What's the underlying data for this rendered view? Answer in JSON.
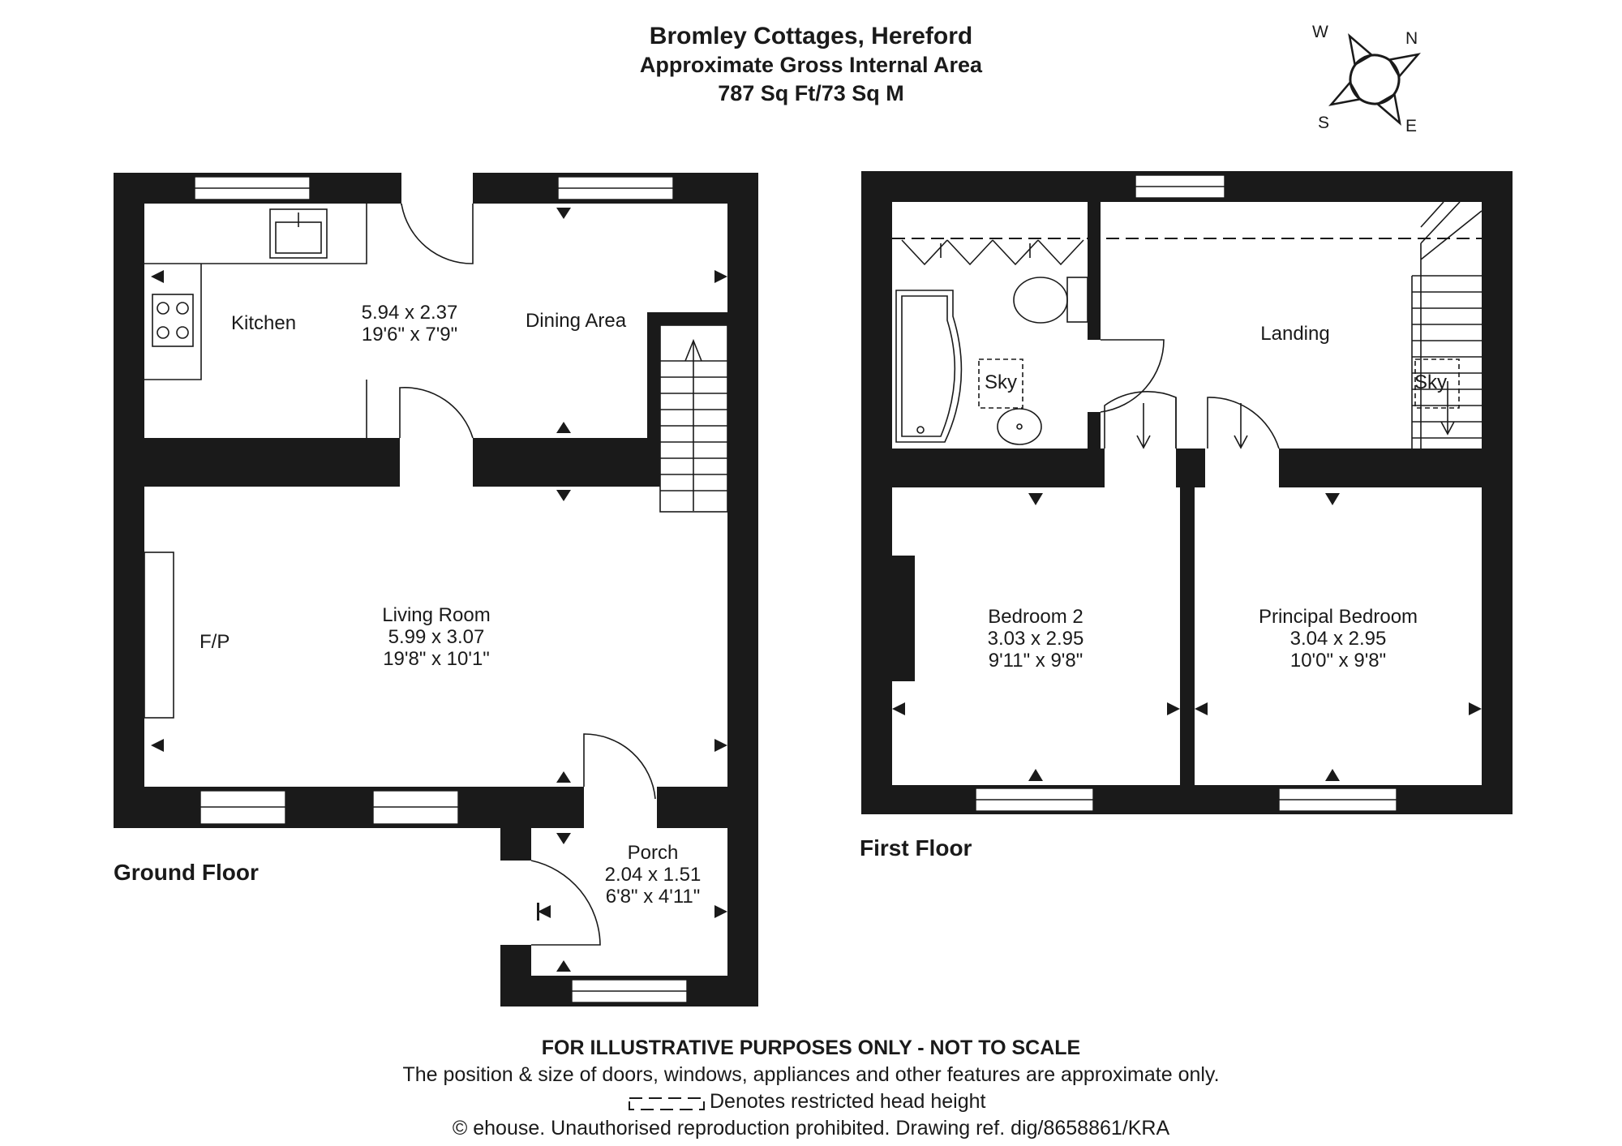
{
  "header": {
    "title": "Bromley Cottages, Hereford",
    "subtitle": "Approximate Gross Internal Area",
    "area": "787 Sq Ft/73 Sq M"
  },
  "compass": {
    "n": "N",
    "e": "E",
    "s": "S",
    "w": "W",
    "icon": "compass-icon"
  },
  "ground_floor": {
    "label": "Ground Floor",
    "kitchen": {
      "name": "Kitchen",
      "dim_metric": "5.94 x 2.37",
      "dim_imperial": "19'6\" x 7'9\""
    },
    "dining": {
      "name": "Dining Area"
    },
    "living": {
      "name": "Living Room",
      "dim_metric": "5.99 x 3.07",
      "dim_imperial": "19'8\" x 10'1\""
    },
    "fireplace": "F/P",
    "porch": {
      "name": "Porch",
      "dim_metric": "2.04 x 1.51",
      "dim_imperial": "6'8\" x 4'11\""
    }
  },
  "first_floor": {
    "label": "First Floor",
    "landing": {
      "name": "Landing"
    },
    "skylight": "Sky",
    "bedroom2": {
      "name": "Bedroom 2",
      "dim_metric": "3.03 x 2.95",
      "dim_imperial": "9'11\" x 9'8\""
    },
    "principal": {
      "name": "Principal Bedroom",
      "dim_metric": "3.04 x 2.95",
      "dim_imperial": "10'0\" x 9'8\""
    }
  },
  "footer": {
    "disclaimer": "FOR ILLUSTRATIVE PURPOSES ONLY - NOT TO SCALE",
    "note": "The position & size of doors, windows, appliances and other features are approximate only.",
    "legend": "Denotes restricted head height",
    "copyright": "ehouse. Unauthorised reproduction prohibited. Drawing ref. dig/8658861/KRA",
    "copyright_symbol": "©"
  },
  "colors": {
    "wall": "#1a1a1a",
    "background": "#ffffff"
  }
}
